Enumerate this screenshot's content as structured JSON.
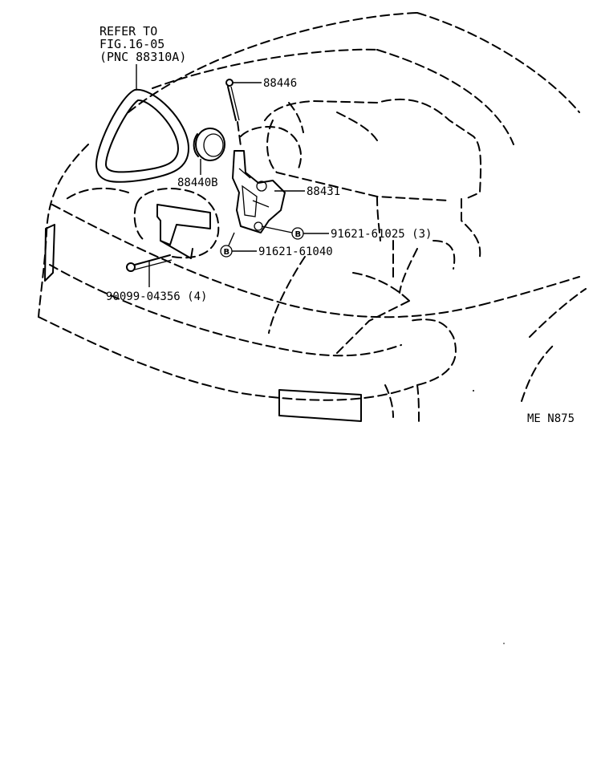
{
  "diagram": {
    "reference_note": [
      "REFER TO",
      "FIG.16-05",
      "(PNC 88310A)"
    ],
    "callouts": [
      {
        "part": "88446"
      },
      {
        "part": "88440B"
      },
      {
        "part": "88431"
      },
      {
        "part": "91621-61025 (3)",
        "marker": "B"
      },
      {
        "part": "91621-61040",
        "marker": "B"
      },
      {
        "part": "90099-04356 (4)"
      }
    ],
    "drawing_code": "ME N875"
  }
}
